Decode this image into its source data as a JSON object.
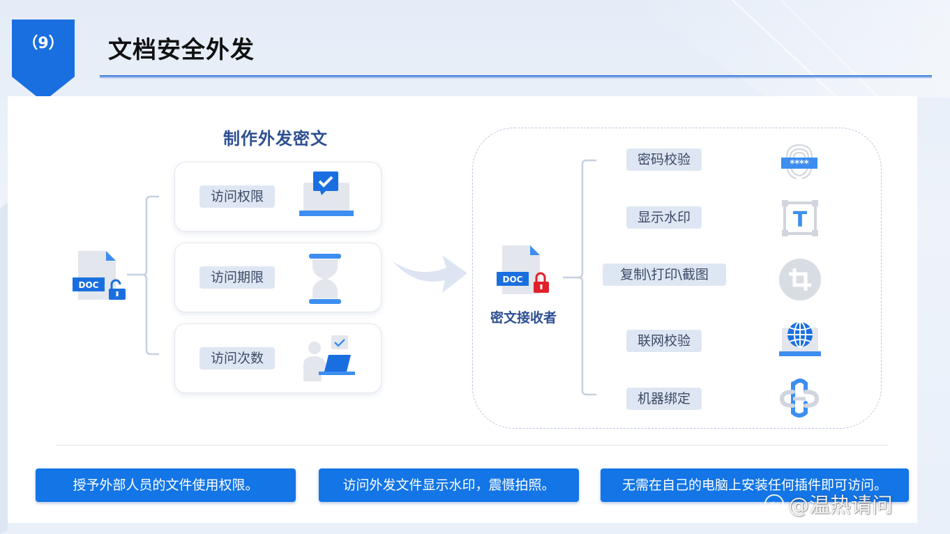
{
  "header": {
    "number": "（9）",
    "title": "文档安全外发"
  },
  "left": {
    "section_title": "制作外发密文",
    "doc_label": "DOC",
    "cards": [
      {
        "label": "访问权限",
        "icon": "laptop-check-icon"
      },
      {
        "label": "访问期限",
        "icon": "hourglass-icon"
      },
      {
        "label": "访问次数",
        "icon": "user-at-laptop-icon"
      }
    ]
  },
  "right": {
    "doc_label": "DOC",
    "receiver": "密文接收者",
    "items": [
      {
        "label": "密码校验",
        "icon": "fingerprint-password-icon",
        "password_mask": "****"
      },
      {
        "label": "显示水印",
        "icon": "text-watermark-icon",
        "glyph": "T"
      },
      {
        "label": "复制\\打印\\截图",
        "icon": "crop-icon"
      },
      {
        "label": "联网校验",
        "icon": "globe-laptop-icon"
      },
      {
        "label": "机器绑定",
        "icon": "chain-link-icon"
      }
    ]
  },
  "bottom": {
    "buttons": [
      "授予外部人员的文件使用权限。",
      "访问外发文件显示水印，震慑拍照。",
      "无需在自己的电脑上安装任何插件即可访问。"
    ]
  },
  "watermark": {
    "text": "@温热请问",
    "logo_text": "du"
  },
  "colors": {
    "accent": "#1375e6",
    "title_blue": "#2d4f92",
    "pill_bg": "#dfe6f3",
    "icon_blue": "#3d8ef0",
    "lock_red": "#e0202a"
  }
}
